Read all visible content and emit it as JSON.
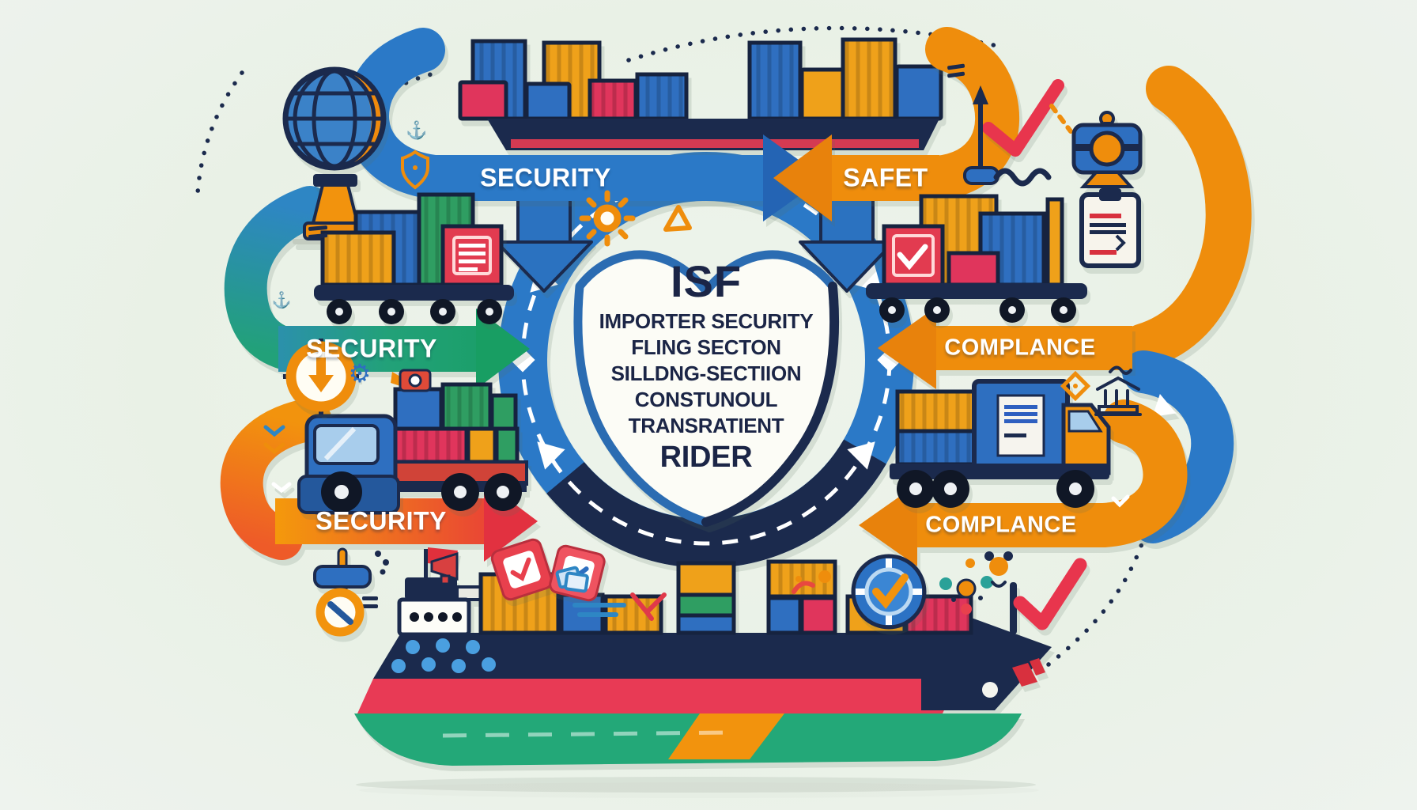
{
  "canvas": {
    "background": "#e9f1e6"
  },
  "shield": {
    "acronym": "ISF",
    "lines": [
      "IMPORTER SECURITY",
      "FLING SECTON",
      "SILLDNG-SECTIION",
      "CONSTUNOUL",
      "TRANSRATIENT",
      "RIDER"
    ]
  },
  "labels": {
    "top_left": "SECURITY",
    "top_right": "SAFET",
    "mid_left": "SECURITY",
    "bottom_left": "SECURITY",
    "mid_right": "COMPLANCE",
    "bottom_right": "COMPLANCE"
  },
  "glyphs": {
    "gear": "⚙",
    "anchor": "⚓"
  },
  "palette": {
    "blue": "#2b79c7",
    "navy": "#1b2a4d",
    "orange": "#ef8d0c",
    "green": "#1fa26d",
    "red": "#e8354d",
    "background": "#e9f1e6"
  }
}
